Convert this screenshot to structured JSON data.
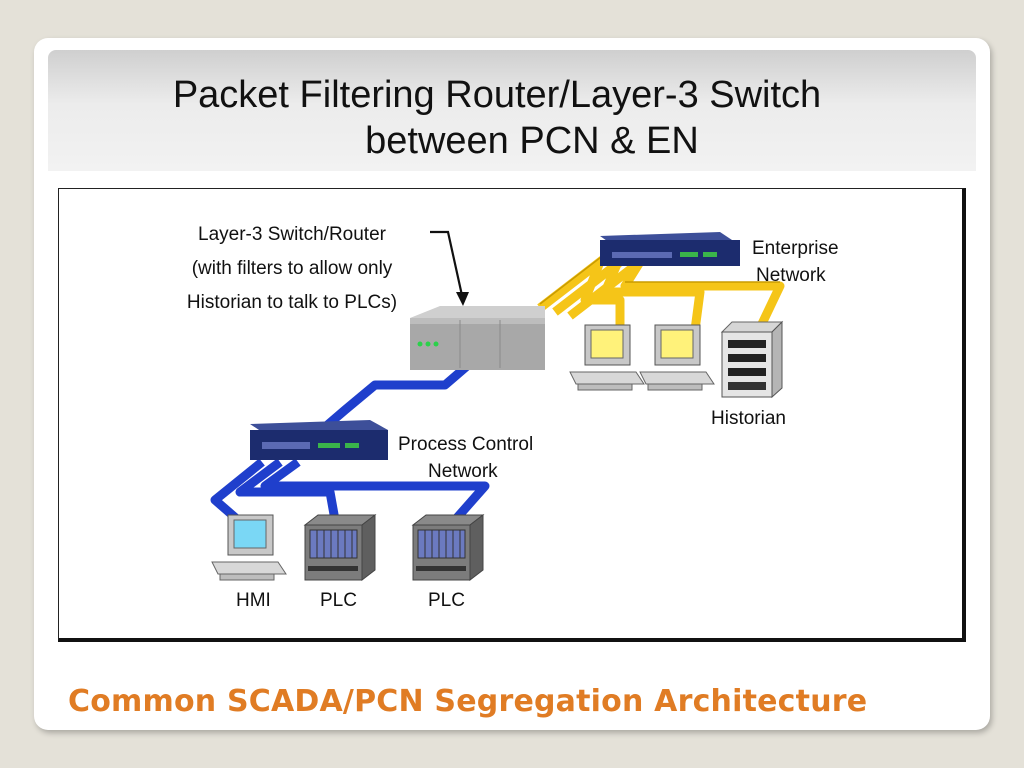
{
  "title": {
    "line1": "Packet Filtering Router/Layer-3 Switch",
    "line2": "between PCN & EN"
  },
  "diagram": {
    "callout": {
      "line1": "Layer-3 Switch/Router",
      "line2": "(with filters to allow only",
      "line3": "Historian to talk to PLCs)"
    },
    "enterprise_label": {
      "line1": "Enterprise",
      "line2": "Network"
    },
    "historian_label": "Historian",
    "process_label": {
      "line1": "Process Control",
      "line2": "Network"
    },
    "hmi_label": "HMI",
    "plc1_label": "PLC",
    "plc2_label": "PLC",
    "colors": {
      "enterprise_cable": "#f5c518",
      "process_cable": "#1f3fcc",
      "switch_body": "#1c2c6e",
      "router_body": "#a8a8a8"
    }
  },
  "footer": "Common SCADA/PCN Segregation Architecture"
}
